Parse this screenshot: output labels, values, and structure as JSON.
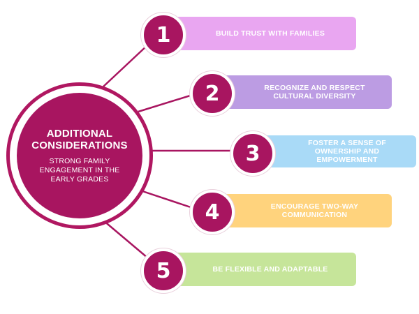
{
  "hub": {
    "title": "ADDITIONAL CONSIDERATIONS",
    "subtitle": "STRONG FAMILY ENGAGEMENT IN THE EARLY GRADES"
  },
  "items": [
    {
      "number": "1",
      "label": "BUILD TRUST WITH FAMILIES",
      "color": "#e9a6f1"
    },
    {
      "number": "2",
      "label": "RECOGNIZE AND RESPECT CULTURAL DIVERSITY",
      "color": "#bc9ce3"
    },
    {
      "number": "3",
      "label": "FOSTER A SENSE OF OWNERSHIP AND EMPOWERMENT",
      "color": "#a9daf7"
    },
    {
      "number": "4",
      "label": "ENCOURAGE TWO-WAY COMMUNICATION",
      "color": "#ffd37d"
    },
    {
      "number": "5",
      "label": "BE FLEXIBLE AND ADAPTABLE",
      "color": "#c6e59a"
    }
  ],
  "colors": {
    "accent": "#a81560",
    "connector": "#a81560"
  }
}
